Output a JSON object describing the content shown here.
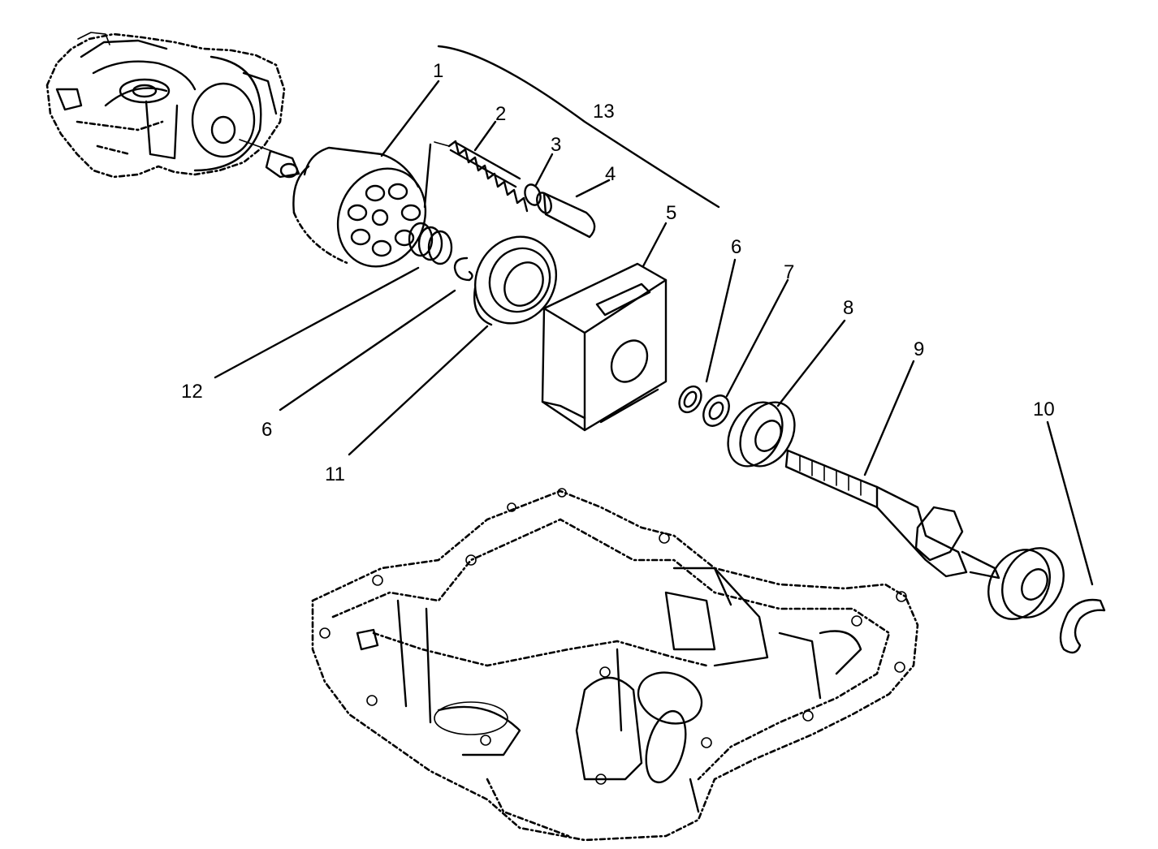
{
  "diagram": {
    "labels": {
      "l1": "1",
      "l2": "2",
      "l3": "3",
      "l4": "4",
      "l5": "5",
      "l6a": "6",
      "l6b": "6",
      "l7": "7",
      "l8": "8",
      "l9": "9",
      "l10": "10",
      "l11": "11",
      "l12": "12",
      "l13": "13"
    }
  }
}
